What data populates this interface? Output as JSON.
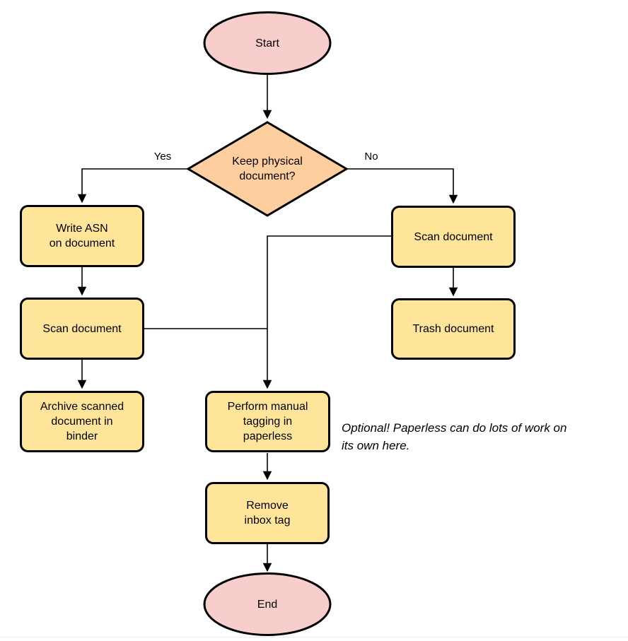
{
  "diagram": {
    "nodes": {
      "start": {
        "label": "Start"
      },
      "decision": {
        "label": "Keep physical\ndocument?"
      },
      "write_asn": {
        "label": "Write ASN\non document"
      },
      "scan_left": {
        "label": "Scan document"
      },
      "archive": {
        "label": "Archive scanned\ndocument in\nbinder"
      },
      "scan_right": {
        "label": "Scan document"
      },
      "trash": {
        "label": "Trash document"
      },
      "tagging": {
        "label": "Perform manual\ntagging in\npaperless"
      },
      "remove_inbox": {
        "label": "Remove\ninbox tag"
      },
      "end": {
        "label": "End"
      }
    },
    "edge_labels": {
      "yes": "Yes",
      "no": "No"
    },
    "note": "Optional! Paperless can do lots of work on\nits own here.",
    "colors": {
      "terminal_fill": "#f8cecc",
      "decision_fill": "#ffce9e",
      "process_fill": "#ffe599",
      "stroke": "#000000"
    }
  }
}
